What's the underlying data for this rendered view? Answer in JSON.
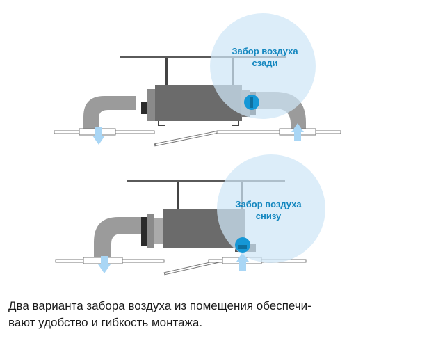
{
  "colors": {
    "accent_text": "#1487bf",
    "bubble_fill": "#cfe6f7",
    "arrow": "#a9d6f5",
    "valve": "#1597d6",
    "unit_body": "#6b6b6b",
    "duct": "#9b9b9b",
    "rail": "#5a5a5a"
  },
  "icons": [
    "arrow-down-icon",
    "arrow-up-icon"
  ],
  "top_variant": {
    "bubble_label_line1": "Забор воздуха",
    "bubble_label_line2": "сзади"
  },
  "bottom_variant": {
    "bubble_label_line1": "Забор воздуха",
    "bubble_label_line2": "снизу"
  },
  "caption": {
    "line1": "Два варианта забора воздуха из помещения обеспечи-",
    "line2": "вают удобство и гибкость монтажа."
  }
}
